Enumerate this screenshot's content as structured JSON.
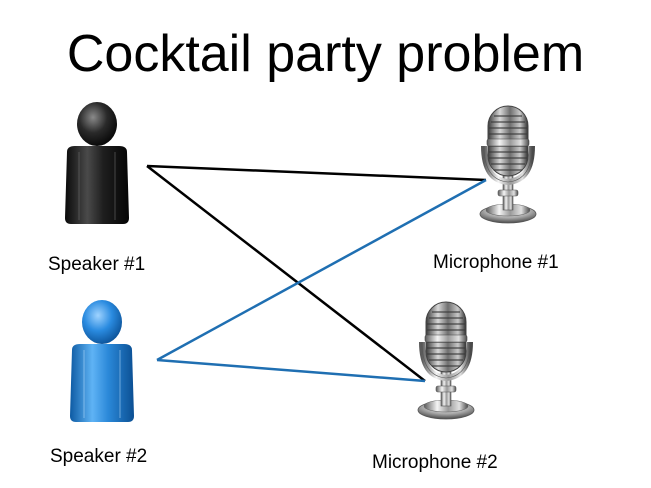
{
  "title": "Cocktail party problem",
  "colors": {
    "speaker_1": "#1a1a1a",
    "speaker_2": "#1f7ac4",
    "line_black": "#000000",
    "line_blue": "#1f6fb2"
  },
  "nodes": {
    "speaker_1": {
      "label": "Speaker #1",
      "icon": "person-icon"
    },
    "speaker_2": {
      "label": "Speaker #2",
      "icon": "person-icon"
    },
    "microphone_1": {
      "label": "Microphone #1",
      "icon": "microphone-icon"
    },
    "microphone_2": {
      "label": "Microphone #2",
      "icon": "microphone-icon"
    }
  },
  "edges": [
    {
      "from": "speaker_1",
      "to": "microphone_1",
      "color": "#000000"
    },
    {
      "from": "speaker_1",
      "to": "microphone_2",
      "color": "#000000"
    },
    {
      "from": "speaker_2",
      "to": "microphone_1",
      "color": "#1f6fb2"
    },
    {
      "from": "speaker_2",
      "to": "microphone_2",
      "color": "#1f6fb2"
    }
  ]
}
